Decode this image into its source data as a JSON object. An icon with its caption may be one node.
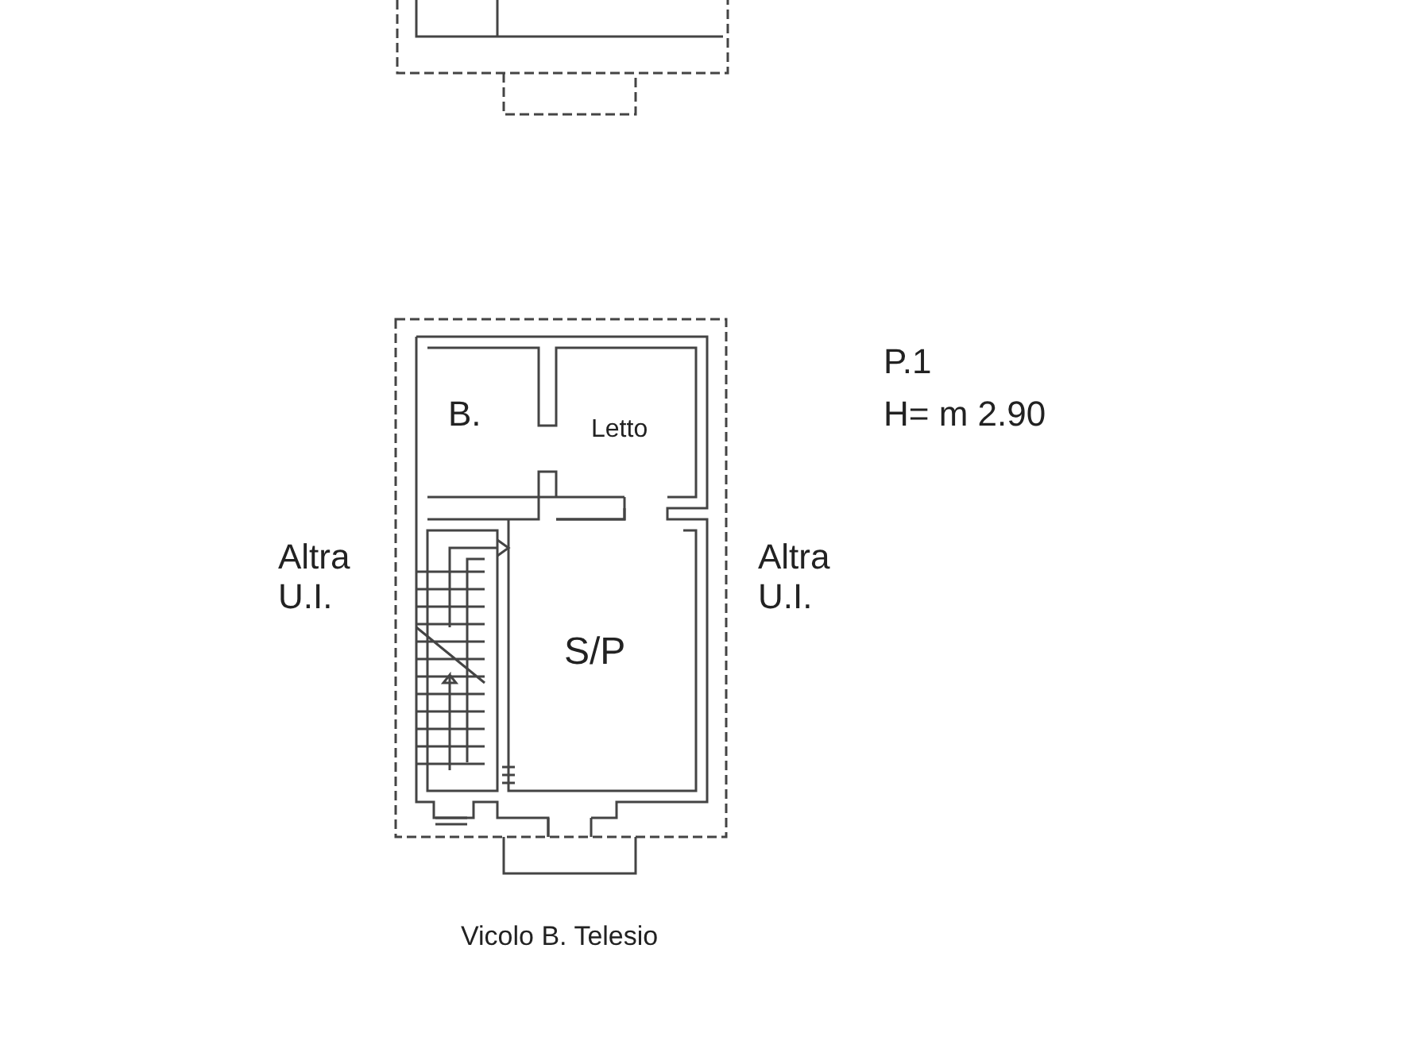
{
  "diagram": {
    "labels": [
      "B.",
      "Letto",
      "P.1",
      "H= m 2.90",
      "Altra U.I.",
      "Altra U.I.",
      "S/P",
      "Vicolo B. Telesio"
    ]
  }
}
